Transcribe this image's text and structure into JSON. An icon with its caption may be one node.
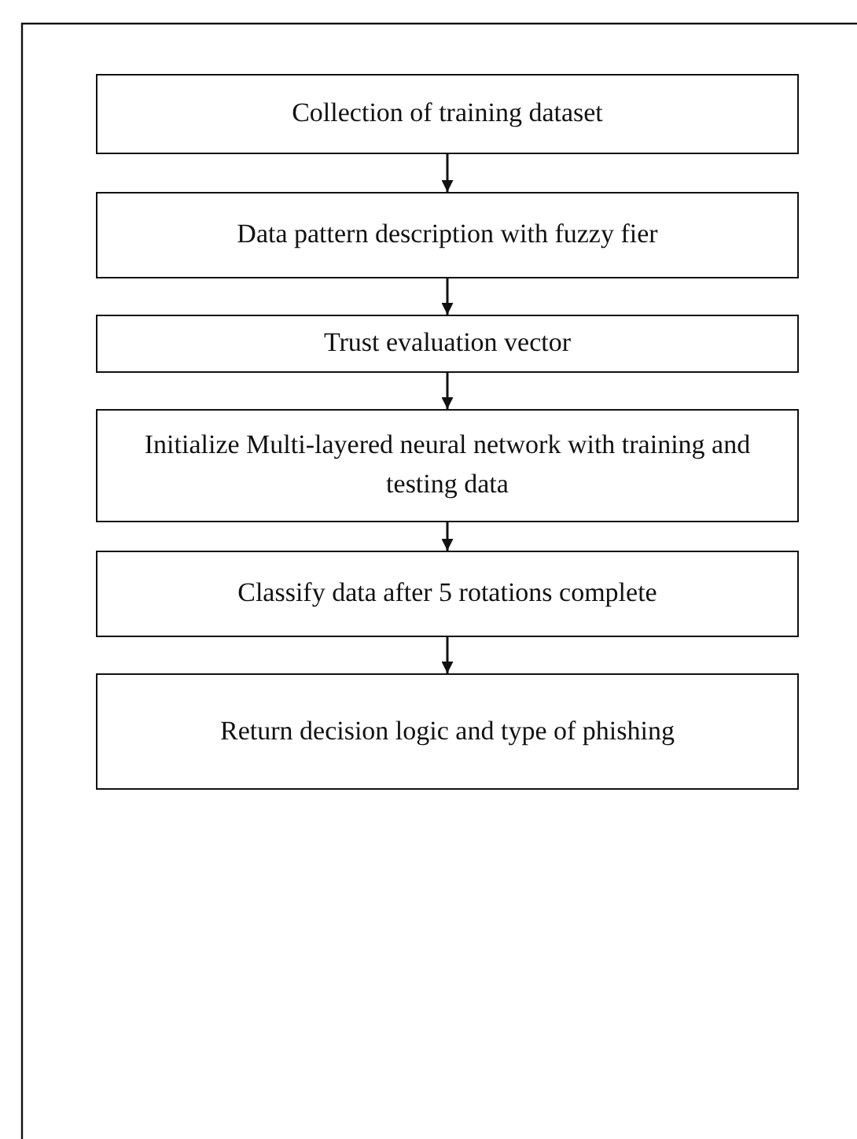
{
  "diagram": {
    "nodes": [
      {
        "text": [
          "Collection of training dataset"
        ]
      },
      {
        "text": [
          "Data pattern description with fuzzy fier"
        ]
      },
      {
        "text": [
          "Trust evaluation vector"
        ]
      },
      {
        "text": [
          "Initialize Multi-layered neural network with training and testing data"
        ]
      },
      {
        "text": [
          "Classify data after 5 rotations complete"
        ]
      },
      {
        "text": [
          "Return decision logic and type of phishing"
        ]
      }
    ],
    "edges": [
      {
        "from": 0,
        "to": 1,
        "arrow": "to"
      },
      {
        "from": 1,
        "to": 2,
        "arrow": "to"
      },
      {
        "from": 2,
        "to": 3,
        "arrow": "to"
      },
      {
        "from": 3,
        "to": 4,
        "arrow": "to"
      },
      {
        "from": 4,
        "to": 5,
        "arrow": "to"
      }
    ]
  }
}
